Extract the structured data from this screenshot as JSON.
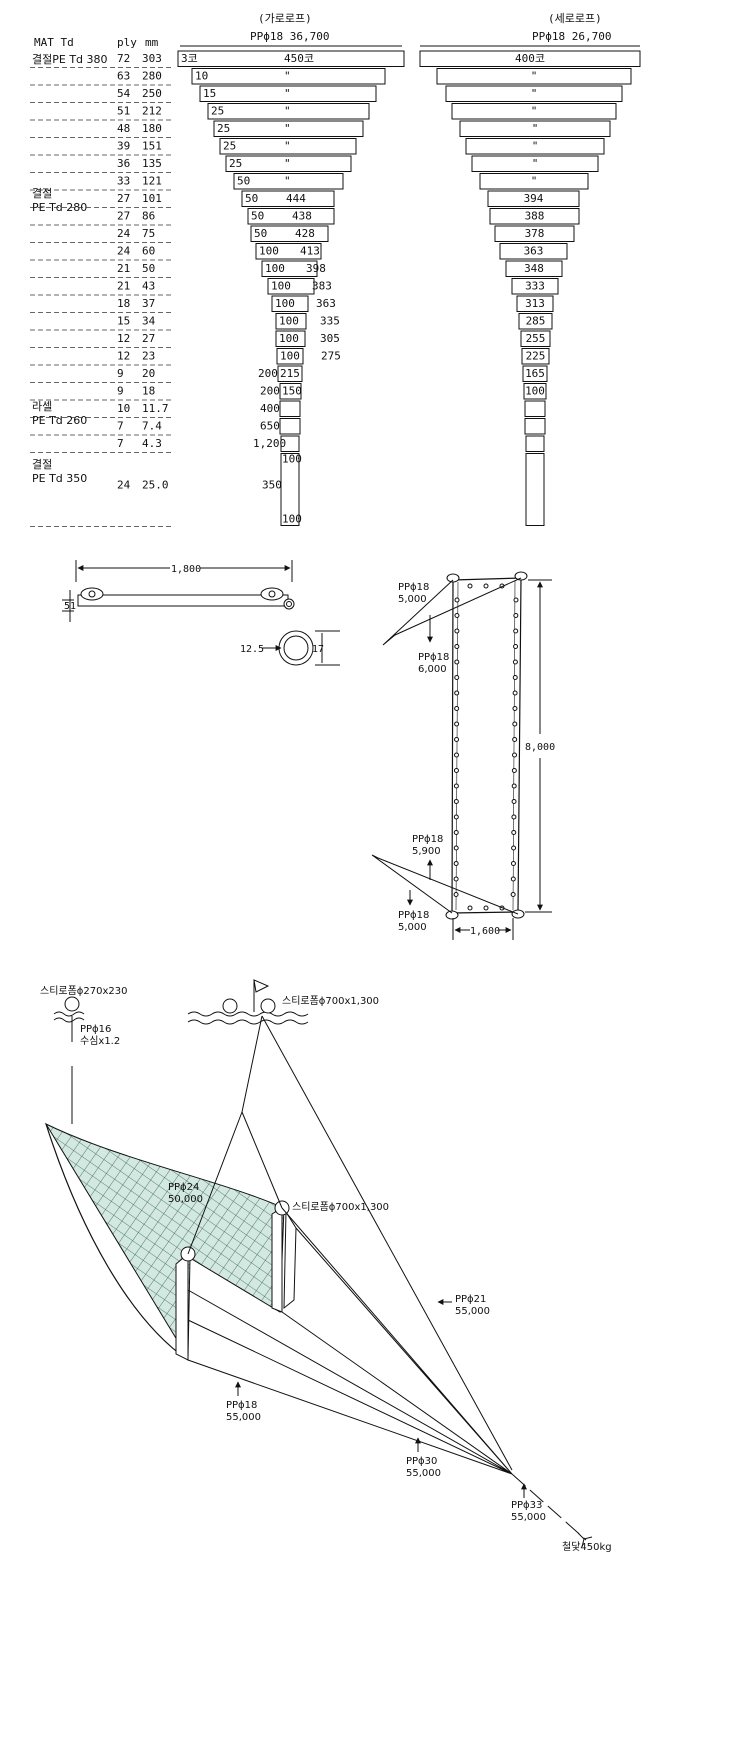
{
  "spec_table": {
    "hdr_mat": "MAT Td",
    "hdr_ply": "ply",
    "hdr_mm": "mm",
    "left_title": "(가로로프)",
    "left_rope": "PPϕ18  36,700",
    "right_title": "(세로로프)",
    "right_rope": "PPϕ18  26,700",
    "groups": [
      {
        "line1": "결절PE Td 380",
        "line2": ""
      },
      {
        "line1": "결절",
        "line2": "PE Td 280"
      },
      {
        "line1": "라셀",
        "line2": "PE Td 260"
      },
      {
        "line1": "결절",
        "line2": "PE Td 350"
      }
    ],
    "rows": [
      {
        "ply": "72",
        "mm": "303",
        "lnum": "3코",
        "lval": "450코",
        "rval": "400코"
      },
      {
        "ply": "63",
        "mm": "280",
        "lnum": "10",
        "lval": "\"",
        "rval": "\""
      },
      {
        "ply": "54",
        "mm": "250",
        "lnum": "15",
        "lval": "\"",
        "rval": "\""
      },
      {
        "ply": "51",
        "mm": "212",
        "lnum": "25",
        "lval": "\"",
        "rval": "\""
      },
      {
        "ply": "48",
        "mm": "180",
        "lnum": "25",
        "lval": "\"",
        "rval": "\""
      },
      {
        "ply": "39",
        "mm": "151",
        "lnum": "25",
        "lval": "\"",
        "rval": "\""
      },
      {
        "ply": "36",
        "mm": "135",
        "lnum": "25",
        "lval": "\"",
        "rval": "\""
      },
      {
        "ply": "33",
        "mm": "121",
        "lnum": "50",
        "lval": "\"",
        "rval": "\""
      },
      {
        "ply": "27",
        "mm": "101",
        "lnum": "50",
        "lval": "444",
        "rval": "394"
      },
      {
        "ply": "27",
        "mm": "86",
        "lnum": "50",
        "lval": "438",
        "rval": "388"
      },
      {
        "ply": "24",
        "mm": "75",
        "lnum": "50",
        "lval": "428",
        "rval": "378"
      },
      {
        "ply": "24",
        "mm": "60",
        "lnum": "100",
        "lval": "413",
        "rval": "363"
      },
      {
        "ply": "21",
        "mm": "50",
        "lnum": "100",
        "lval": "398",
        "rval": "348"
      },
      {
        "ply": "21",
        "mm": "43",
        "lnum": "100",
        "lval": "383",
        "rval": "333"
      },
      {
        "ply": "18",
        "mm": "37",
        "lnum": "100",
        "lval": "363",
        "rval": "313"
      },
      {
        "ply": "15",
        "mm": "34",
        "lnum": "100",
        "lval": "335",
        "rval": "285"
      },
      {
        "ply": "12",
        "mm": "27",
        "lnum": "100",
        "lval": "305",
        "rval": "255"
      },
      {
        "ply": "12",
        "mm": "23",
        "lnum": "100",
        "lval": "275",
        "rval": "225"
      },
      {
        "ply": "9",
        "mm": "20",
        "lnum": "200",
        "lval": "215",
        "rval": "165"
      },
      {
        "ply": "9",
        "mm": "18",
        "lnum": "200",
        "lval": "150",
        "rval": "100"
      },
      {
        "ply": "10",
        "mm": "11.7",
        "lnum": "400",
        "lval": "",
        "rval": ""
      },
      {
        "ply": "7",
        "mm": "7.4",
        "lnum": "650",
        "lval": "",
        "rval": ""
      },
      {
        "ply": "7",
        "mm": "4.3",
        "lnum": "1,200",
        "lval": "",
        "rval": ""
      },
      {
        "ply": "24",
        "mm": "25.0",
        "lnum": "350",
        "lval": "",
        "rval": ""
      }
    ],
    "last_top": "100",
    "last_bottom": "100"
  },
  "frame_detail": {
    "length": "1,800",
    "height": "51",
    "pipe_inner": "12.5",
    "pipe_outer": "17"
  },
  "side_panel": {
    "rope_upper_a": [
      "PPϕ18",
      "5,000"
    ],
    "rope_upper_b": [
      "PPϕ18",
      "6,000"
    ],
    "rope_lower_a": [
      "PPϕ18",
      "5,900"
    ],
    "rope_lower_b": [
      "PPϕ18",
      "5,000"
    ],
    "height": "8,000",
    "width": "1,600"
  },
  "rig": {
    "float_small": "스티로폼ϕ270x230",
    "float_large": "스티로폼ϕ700x1,300",
    "float_mid": "스티로폼ϕ700x1,300",
    "pp16": [
      "PPϕ16",
      "수심x1.2"
    ],
    "pp24": [
      "PPϕ24",
      "50,000"
    ],
    "pp21": [
      "PPϕ21",
      "55,000"
    ],
    "pp18": [
      "PPϕ18",
      "55,000"
    ],
    "pp30": [
      "PPϕ30",
      "55,000"
    ],
    "pp33": [
      "PPϕ33",
      "55,000"
    ],
    "anchor": "철닻450kg"
  }
}
